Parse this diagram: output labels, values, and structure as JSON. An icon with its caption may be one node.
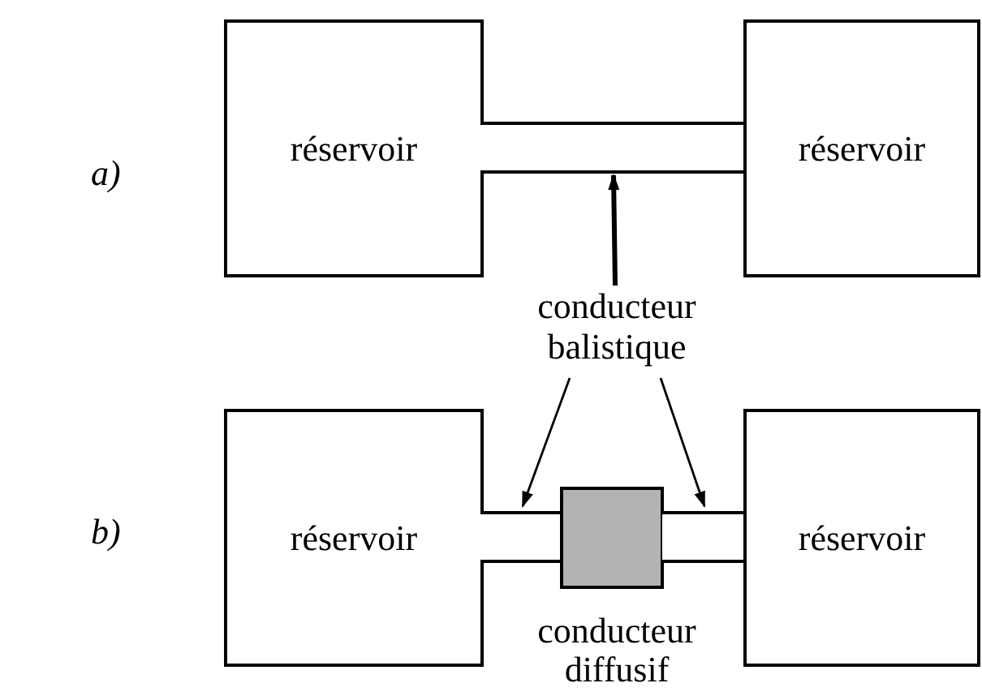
{
  "diagram": {
    "nodes": [
      {
        "text": [
          "réservoir"
        ]
      },
      {
        "text": [],
        "shape": "bar"
      },
      {
        "text": [
          "réservoir"
        ]
      },
      {
        "text": [
          "conducteur balistique"
        ]
      },
      {
        "text": [
          "réservoir"
        ]
      },
      {
        "text": [],
        "shape": "bar"
      },
      {
        "text": [],
        "shape": "box",
        "beside": [
          "conducteur diffusif"
        ]
      },
      {
        "text": [],
        "shape": "bar"
      },
      {
        "text": [
          "réservoir"
        ]
      }
    ],
    "edges": [
      {
        "from": 3,
        "to": 1,
        "arrow": "to",
        "style": "thick"
      },
      {
        "from": 3,
        "to": 5,
        "arrow": "to"
      },
      {
        "from": 3,
        "to": 7,
        "arrow": "to"
      }
    ],
    "labels": [
      "a)",
      "b)"
    ]
  }
}
